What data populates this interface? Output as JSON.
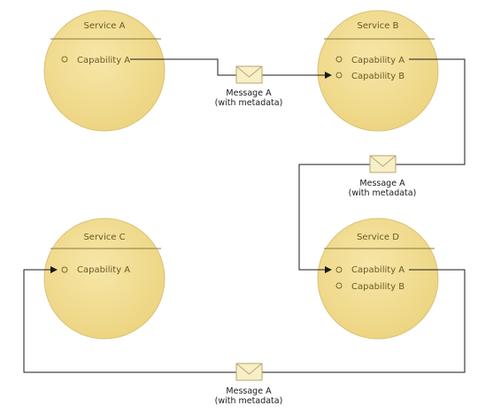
{
  "services": [
    {
      "title": "Service A",
      "capabilities": [
        "Capability A"
      ]
    },
    {
      "title": "Service B",
      "capabilities": [
        "Capability A",
        "Capability B"
      ]
    },
    {
      "title": "Service C",
      "capabilities": [
        "Capability A"
      ]
    },
    {
      "title": "Service D",
      "capabilities": [
        "Capability A",
        "Capability B"
      ]
    }
  ],
  "messages": [
    {
      "line1": "Message A",
      "line2": "(with metadata)"
    },
    {
      "line1": "Message A",
      "line2": "(with metadata)"
    },
    {
      "line1": "Message A",
      "line2": "(with metadata)"
    }
  ],
  "colors": {
    "circle_fill": "#f3df92",
    "circle_stroke": "#d8c277",
    "text": "#6b5a26",
    "line": "#1a1a1a"
  }
}
